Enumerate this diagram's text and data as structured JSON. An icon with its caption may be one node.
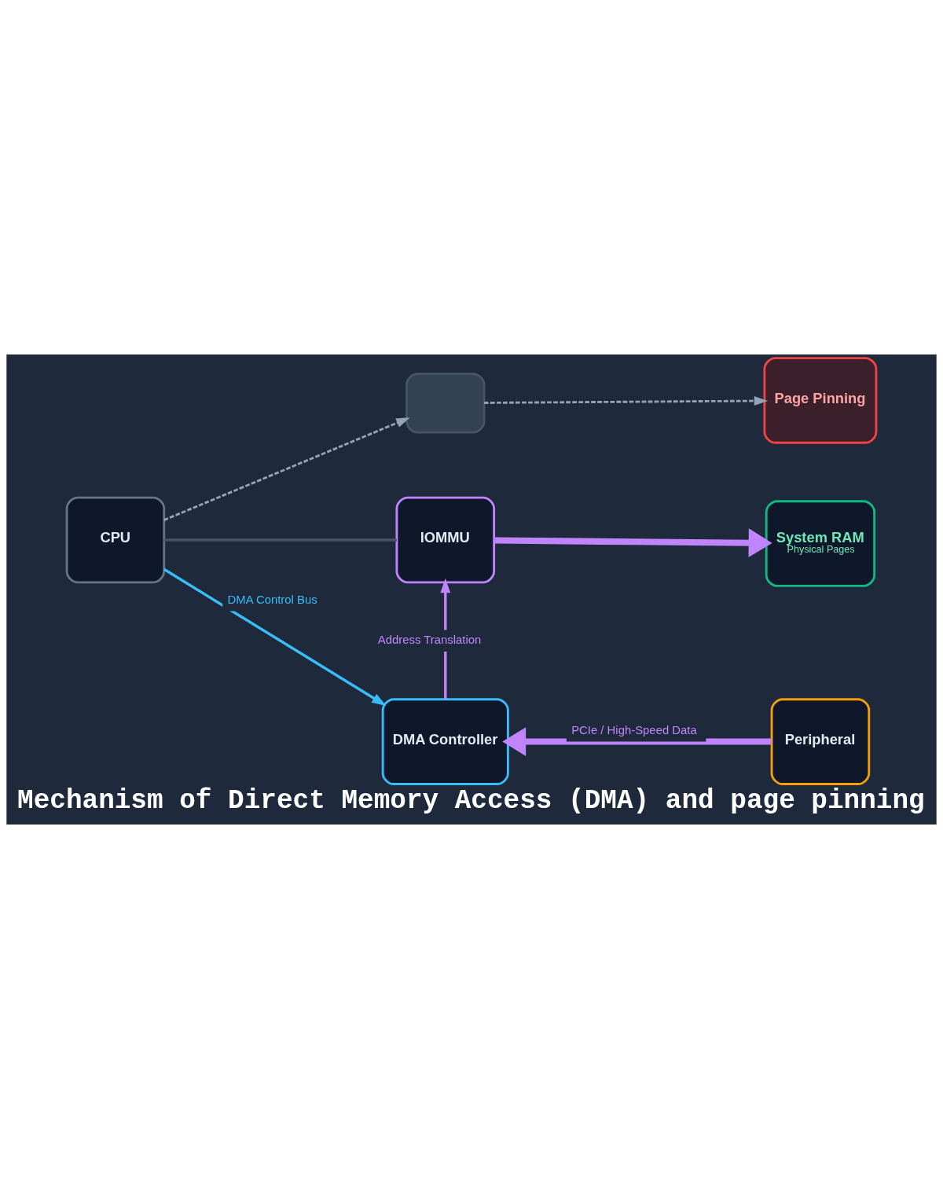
{
  "diagram": {
    "title": "Mechanism of Direct Memory Access (DMA) and page pinning",
    "nodes": [
      {
        "text": [
          "CPU"
        ]
      },
      {
        "text": [],
        "shape": "box"
      },
      {
        "text": [
          "IOMMU"
        ]
      },
      {
        "text": [
          "Page Pinning"
        ]
      },
      {
        "text": [
          "System RAM",
          "Physical Pages"
        ]
      },
      {
        "text": [
          "DMA Controller"
        ]
      },
      {
        "text": [
          "Peripheral"
        ]
      }
    ],
    "edges": [
      {
        "from": 0,
        "to": 1,
        "arrow": "to",
        "style": "dashed",
        "color": "#94a3b8"
      },
      {
        "from": 0,
        "to": 2,
        "arrow": "none",
        "color": "#475569"
      },
      {
        "from": 1,
        "to": 3,
        "arrow": "to",
        "style": "dashed",
        "color": "#94a3b8"
      },
      {
        "from": 2,
        "to": 4,
        "arrow": "to",
        "style": "thick"
      },
      {
        "from": 0,
        "to": 5,
        "arrow": "to",
        "label": "DMA Control Bus",
        "color": "#38bdf8"
      },
      {
        "from": 5,
        "to": 2,
        "arrow": "to",
        "label": "Address Translation"
      },
      {
        "from": 6,
        "to": 5,
        "arrow": "to",
        "label": "PCIe / High-Speed Data",
        "style": "thick"
      }
    ]
  }
}
